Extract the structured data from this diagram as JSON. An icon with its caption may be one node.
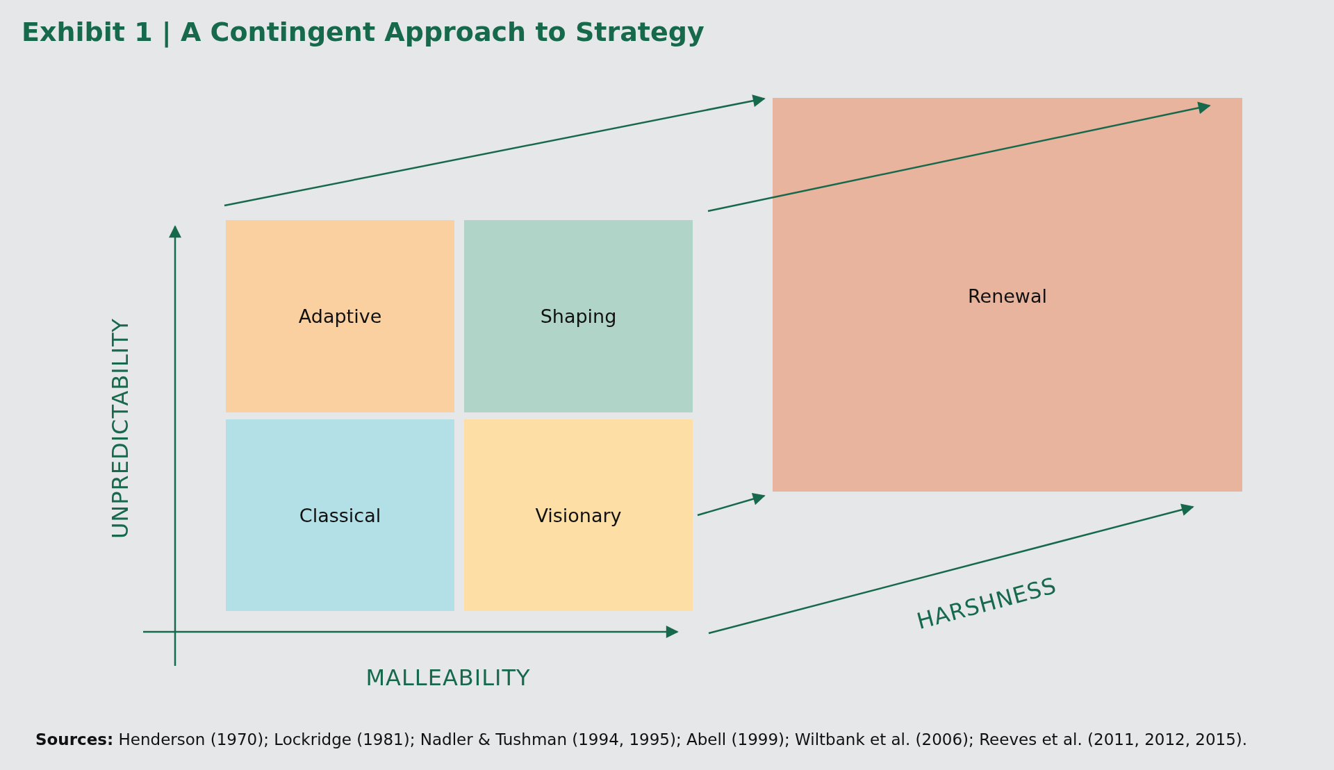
{
  "diagram": {
    "title": "Exhibit 1 | A Contingent Approach to Strategy",
    "nodes": [
      {
        "text": [
          "Adaptive"
        ]
      },
      {
        "text": [
          "Shaping"
        ]
      },
      {
        "text": [
          "Classical"
        ]
      },
      {
        "text": [
          "Visionary"
        ]
      },
      {
        "text": [
          "Renewal"
        ]
      }
    ],
    "edges": [
      {
        "from": 3,
        "to": 4,
        "arrow": "to"
      }
    ],
    "labels": [
      "UNPREDICTABILITY",
      "MALLEABILITY",
      "HARSHNESS"
    ],
    "caption": "**Sources:** Henderson (1970); Lockridge (1981); Nadler & Tushman (1994, 1995); Abell (1999); Wiltbank et al. (2006); Reeves et al. (2011, 2012, 2015)."
  }
}
